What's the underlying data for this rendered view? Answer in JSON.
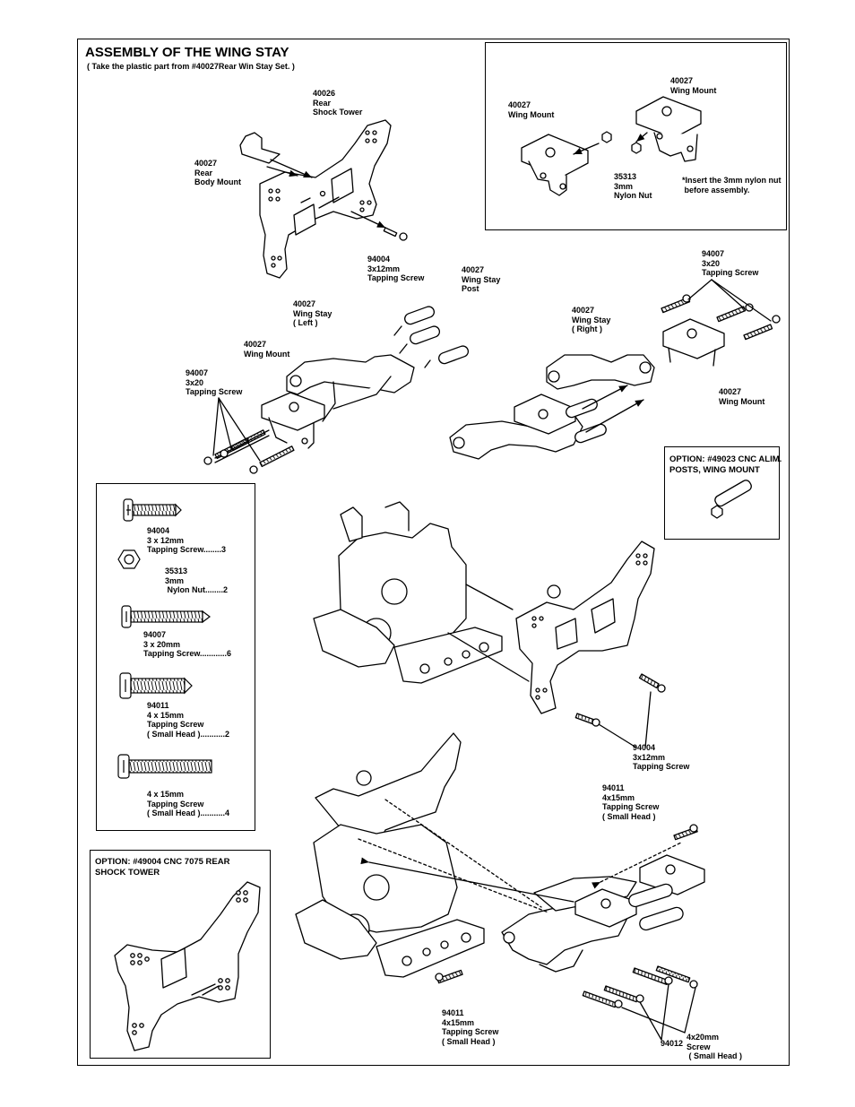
{
  "header": {
    "title": "ASSEMBLY OF THE WING STAY",
    "subtitle": "( Take the plastic part from #40027Rear Win Stay Set. )"
  },
  "labels": {
    "rear_shock_tower": [
      "40026",
      "Rear",
      "Shock Tower"
    ],
    "rear_body_mount": [
      "40027",
      "Rear",
      "Body Mount"
    ],
    "tapping_screw_3x12_top": [
      "94004",
      "3x12mm",
      "Tapping Screw"
    ],
    "inset_wing_mount_left": [
      "40027",
      "Wing Mount"
    ],
    "inset_wing_mount_right": [
      "40027",
      "Wing Mount"
    ],
    "inset_nylon_nut": [
      "35313",
      "3mm",
      "Nylon Nut"
    ],
    "inset_note": [
      "*Insert the 3mm nylon nut",
      " before assembly."
    ],
    "wing_stay_post": [
      "40027",
      "Wing Stay",
      "Post"
    ],
    "wing_stay_left": [
      "40027",
      "Wing Stay",
      "( Left )"
    ],
    "wing_mount_left": [
      "40027",
      "Wing Mount"
    ],
    "tapping_screw_3x20_left": [
      "94007",
      "3x20",
      "Tapping Screw"
    ],
    "tapping_screw_3x20_right": [
      "94007",
      "3x20",
      "Tapping Screw"
    ],
    "wing_stay_right": [
      "40027",
      "Wing Stay",
      "( Right )"
    ],
    "wing_mount_right": [
      "40027",
      "Wing Mount"
    ],
    "tapping_screw_3x12_mid": [
      "94004",
      "3x12mm",
      "Tapping Screw"
    ],
    "tapping_screw_4x15_right": [
      "94011",
      "4x15mm",
      "Tapping Screw",
      "( Small Head )"
    ],
    "tapping_screw_4x15_bottom": [
      "94011",
      "4x15mm",
      "Tapping Screw",
      "( Small Head )"
    ],
    "screw_4x20_code": "94012",
    "screw_4x20": [
      "4x20mm",
      "Screw",
      " ( Small Head )"
    ]
  },
  "parts_list": [
    {
      "lines": [
        "94004",
        "3 x 12mm",
        "Tapping Screw........3"
      ],
      "icon": "pan-screw-short-icon"
    },
    {
      "lines": [
        "35313",
        "3mm",
        " Nylon Nut........2"
      ],
      "icon": "hex-nut-icon"
    },
    {
      "lines": [
        "94007",
        "3 x 20mm",
        "Tapping Screw............6"
      ],
      "icon": "pan-screw-long-icon"
    },
    {
      "lines": [
        "94011",
        "4 x 15mm",
        "Tapping Screw",
        "( Small Head )...........2"
      ],
      "icon": "pan-screw-thick-icon"
    },
    {
      "lines": [
        "4 x 15mm",
        "Tapping Screw",
        "( Small Head )...........4"
      ],
      "icon": "machine-screw-icon"
    }
  ],
  "options": {
    "cnc_posts": [
      "OPTION: #49023 CNC ALIM.",
      "POSTS, WING MOUNT"
    ],
    "cnc_tower": [
      "OPTION: #49004 CNC 7075 REAR",
      "SHOCK TOWER"
    ]
  }
}
